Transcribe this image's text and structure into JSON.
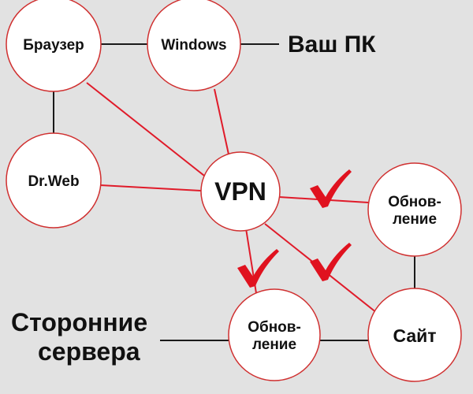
{
  "colors": {
    "background": "#e2e2e2",
    "node_fill": "#ffffff",
    "node_stroke": "#d03030",
    "link_black": "#1a1a1a",
    "link_red": "#e01b2a",
    "checkmark": "#e0121f"
  },
  "labels": {
    "your_pc": "Ваш ПК",
    "third_party_line1": "Сторонние",
    "third_party_line2": "сервера"
  },
  "nodes": {
    "browser": "Браузер",
    "windows": "Windows",
    "drweb": "Dr.Web",
    "vpn": "VPN",
    "update_right_line1": "Обнов-",
    "update_right_line2": "ление",
    "update_bottom_line1": "Обнов-",
    "update_bottom_line2": "ление",
    "site": "Сайт"
  },
  "icons": {
    "checkmark": "checkmark-icon"
  }
}
